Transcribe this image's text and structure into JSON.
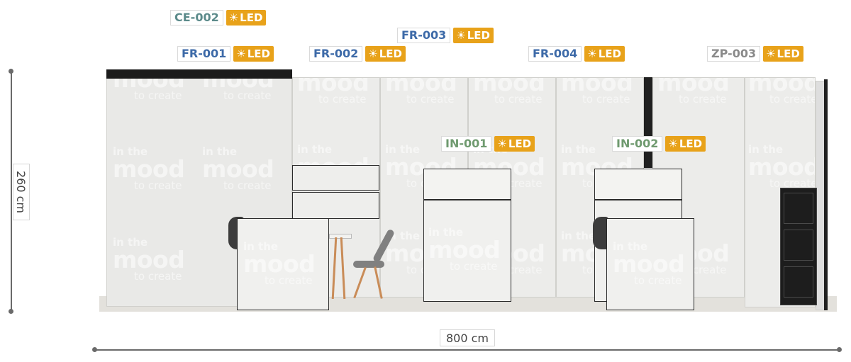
{
  "labels": {
    "ce_002": {
      "code": "CE-002",
      "led": "LED",
      "color": "#5b8a8a"
    },
    "fr_001": {
      "code": "FR-001",
      "led": "LED",
      "color": "#3d6aa8"
    },
    "fr_002": {
      "code": "FR-002",
      "led": "LED",
      "color": "#3d6aa8"
    },
    "fr_003": {
      "code": "FR-003",
      "led": "LED",
      "color": "#3d6aa8"
    },
    "fr_004": {
      "code": "FR-004",
      "led": "LED",
      "color": "#3d6aa8"
    },
    "zp_003": {
      "code": "ZP-003",
      "led": "LED",
      "color": "#8a8a8a"
    },
    "in_001": {
      "code": "IN-001",
      "led": "LED",
      "color": "#6f9a6f"
    },
    "in_002": {
      "code": "IN-002",
      "led": "LED",
      "color": "#6f9a6f"
    }
  },
  "led_icon": "sun-icon",
  "led_color": "#e8a21a",
  "watermark": {
    "line1": "in the",
    "line2": "mood",
    "line3": "to create"
  },
  "dimensions": {
    "height": "260 cm",
    "width": "800 cm"
  }
}
